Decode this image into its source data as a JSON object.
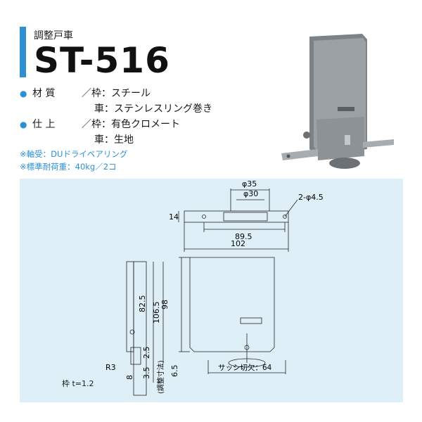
{
  "header": {
    "subtitle": "調整戸車",
    "product_code": "ST-516"
  },
  "specs": [
    {
      "bullet": "●",
      "label": "材 質",
      "sub": "／枠：",
      "value": "スチール"
    },
    {
      "bullet": "",
      "label": "",
      "sub": "車：",
      "value": "ステンレスリング巻き"
    },
    {
      "bullet": "●",
      "label": "仕 上",
      "sub": "／枠：",
      "value": "有色クロメート"
    },
    {
      "bullet": "",
      "label": "",
      "sub": "車：",
      "value": "生地"
    }
  ],
  "notes": [
    "※軸受：DUドライベアリング",
    "※標準耐荷重：40kg／2コ"
  ],
  "drawing": {
    "dim_phi35": "φ35",
    "dim_phi30": "φ30",
    "dim_holes": "2-φ4.5",
    "dim_14": "14",
    "dim_89_5": "89.5",
    "dim_102": "102",
    "dim_82_5": "82.5",
    "dim_106_5": "106.5",
    "dim_98": "98",
    "dim_2_5": "2.5",
    "dim_3_5": "3.5",
    "dim_6_5": "6.5",
    "dim_8": "8",
    "dim_r3": "R3",
    "dim_adjust": "(調整寸法)",
    "dim_sash": "サッシ切欠：64",
    "frame_note": "枠 t=1.2"
  },
  "colors": {
    "accent": "#2e8fd3",
    "panel": "#dfeff8",
    "product_gray": "#8c9196"
  }
}
